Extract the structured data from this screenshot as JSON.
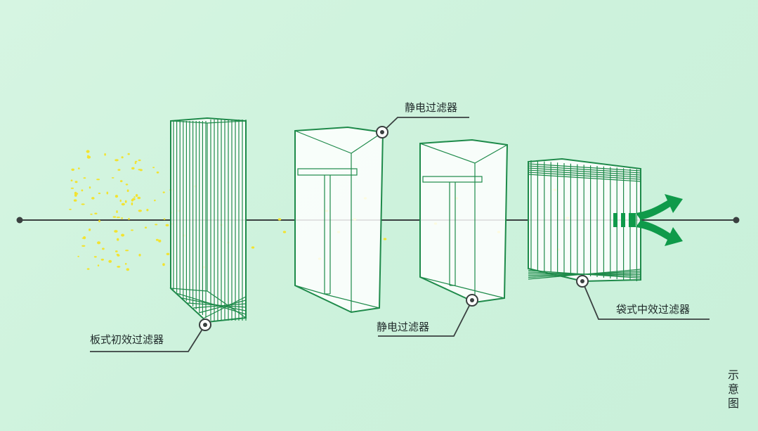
{
  "labels": {
    "filter1": "板式初效过滤器",
    "filter2": "静电过滤器",
    "filter3": "静电过滤器",
    "filter4": "袋式中效过滤器",
    "caption": "示意图"
  },
  "colors": {
    "line": "#3a4040",
    "frame": "#1e8a4a",
    "arrow": "#0f9a4a",
    "particle": "#f2e330"
  }
}
